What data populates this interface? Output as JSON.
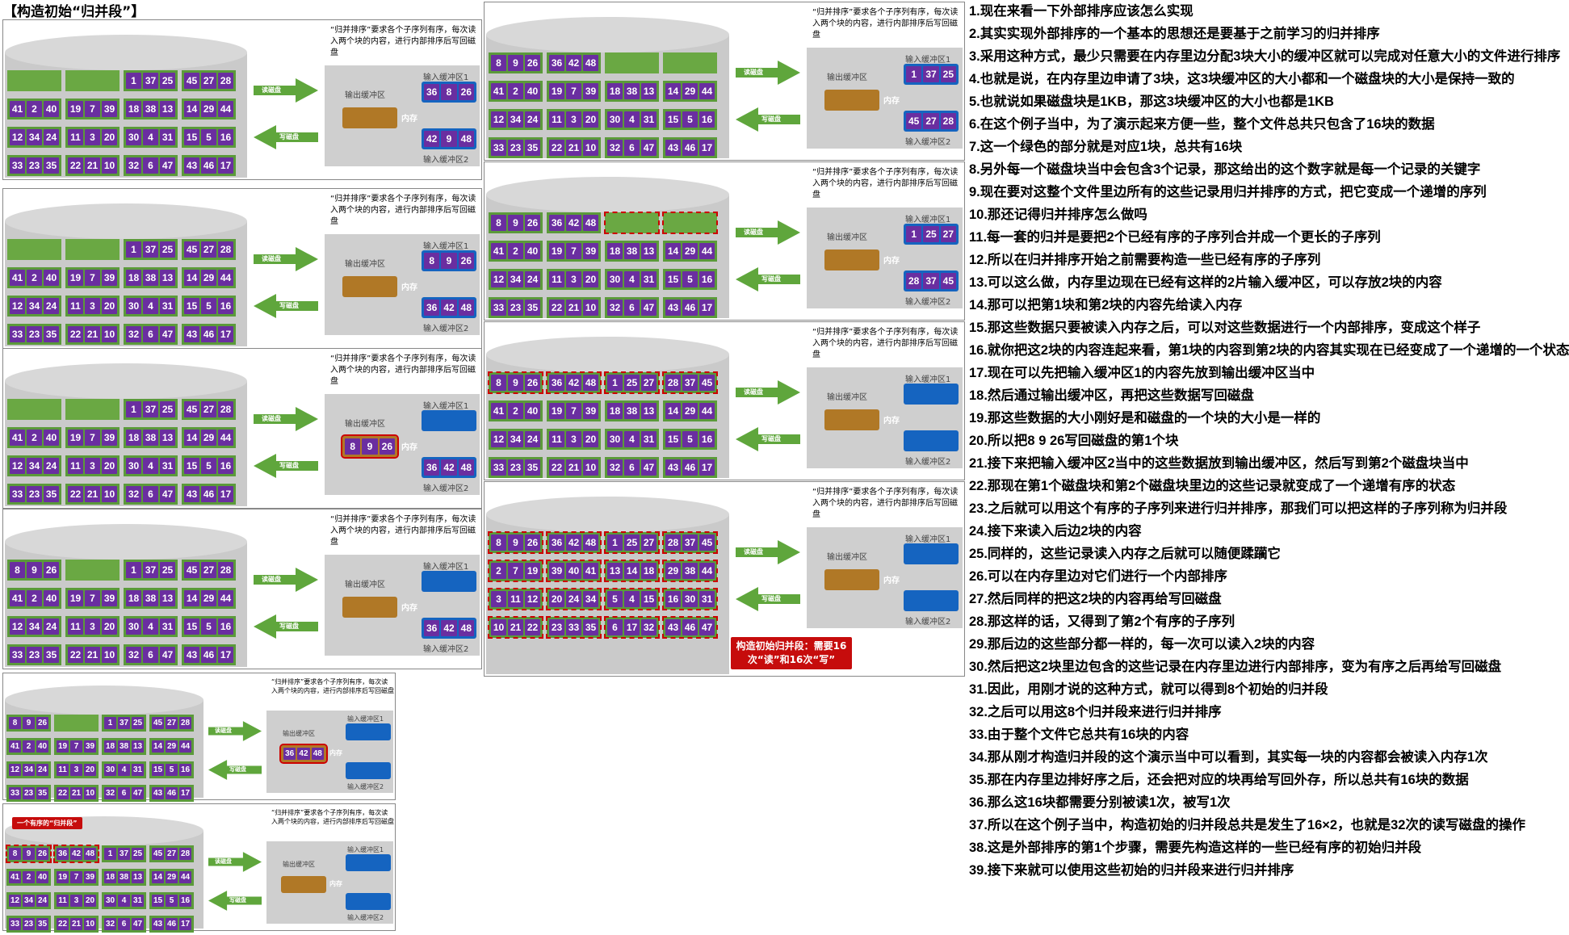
{
  "title": "【构造初始“归并段”】",
  "labels": {
    "note": "“归并排序”要求各个子序列有序，每次读入两个块的内容，进行内部排序后写回磁盘",
    "read": "读磁盘",
    "write": "写磁盘",
    "out": "输出缓冲区",
    "mem": "内存",
    "in1": "输入缓冲区1",
    "in2": "输入缓冲区2"
  },
  "callout_final": "构造初始归并段：需要16次“读”和16次“写”",
  "callout_segment": "一个有序的“归并段”",
  "panels": [
    {
      "disk": [
        null,
        null,
        [
          "1",
          "37",
          "25"
        ],
        [
          "45",
          "27",
          "28"
        ],
        [
          "41",
          "2",
          "40"
        ],
        [
          "19",
          "7",
          "39"
        ],
        [
          "18",
          "38",
          "13"
        ],
        [
          "14",
          "29",
          "44"
        ],
        [
          "12",
          "34",
          "24"
        ],
        [
          "11",
          "3",
          "20"
        ],
        [
          "30",
          "4",
          "31"
        ],
        [
          "15",
          "5",
          "16"
        ],
        [
          "33",
          "23",
          "35"
        ],
        [
          "22",
          "21",
          "10"
        ],
        [
          "32",
          "6",
          "47"
        ],
        [
          "43",
          "46",
          "17"
        ]
      ],
      "in1": [
        "36",
        "8",
        "26"
      ],
      "out": null,
      "in2": [
        "42",
        "9",
        "48"
      ]
    },
    {
      "disk": [
        null,
        null,
        [
          "1",
          "37",
          "25"
        ],
        [
          "45",
          "27",
          "28"
        ],
        [
          "41",
          "2",
          "40"
        ],
        [
          "19",
          "7",
          "39"
        ],
        [
          "18",
          "38",
          "13"
        ],
        [
          "14",
          "29",
          "44"
        ],
        [
          "12",
          "34",
          "24"
        ],
        [
          "11",
          "3",
          "20"
        ],
        [
          "30",
          "4",
          "31"
        ],
        [
          "15",
          "5",
          "16"
        ],
        [
          "33",
          "23",
          "35"
        ],
        [
          "22",
          "21",
          "10"
        ],
        [
          "32",
          "6",
          "47"
        ],
        [
          "43",
          "46",
          "17"
        ]
      ],
      "in1": [
        "8",
        "9",
        "26"
      ],
      "out": null,
      "in2": [
        "36",
        "42",
        "48"
      ]
    },
    {
      "disk": [
        null,
        null,
        [
          "1",
          "37",
          "25"
        ],
        [
          "45",
          "27",
          "28"
        ],
        [
          "41",
          "2",
          "40"
        ],
        [
          "19",
          "7",
          "39"
        ],
        [
          "18",
          "38",
          "13"
        ],
        [
          "14",
          "29",
          "44"
        ],
        [
          "12",
          "34",
          "24"
        ],
        [
          "11",
          "3",
          "20"
        ],
        [
          "30",
          "4",
          "31"
        ],
        [
          "15",
          "5",
          "16"
        ],
        [
          "33",
          "23",
          "35"
        ],
        [
          "22",
          "21",
          "10"
        ],
        [
          "32",
          "6",
          "47"
        ],
        [
          "43",
          "46",
          "17"
        ]
      ],
      "in1": null,
      "out": [
        "8",
        "9",
        "26"
      ],
      "in2": [
        "36",
        "42",
        "48"
      ]
    },
    {
      "disk": [
        [
          "8",
          "9",
          "26"
        ],
        null,
        [
          "1",
          "37",
          "25"
        ],
        [
          "45",
          "27",
          "28"
        ],
        [
          "41",
          "2",
          "40"
        ],
        [
          "19",
          "7",
          "39"
        ],
        [
          "18",
          "38",
          "13"
        ],
        [
          "14",
          "29",
          "44"
        ],
        [
          "12",
          "34",
          "24"
        ],
        [
          "11",
          "3",
          "20"
        ],
        [
          "30",
          "4",
          "31"
        ],
        [
          "15",
          "5",
          "16"
        ],
        [
          "33",
          "23",
          "35"
        ],
        [
          "22",
          "21",
          "10"
        ],
        [
          "32",
          "6",
          "47"
        ],
        [
          "43",
          "46",
          "17"
        ]
      ],
      "in1": null,
      "out": null,
      "in2": [
        "36",
        "42",
        "48"
      ]
    },
    {
      "disk": [
        [
          "8",
          "9",
          "26"
        ],
        null,
        [
          "1",
          "37",
          "25"
        ],
        [
          "45",
          "27",
          "28"
        ],
        [
          "41",
          "2",
          "40"
        ],
        [
          "19",
          "7",
          "39"
        ],
        [
          "18",
          "38",
          "13"
        ],
        [
          "14",
          "29",
          "44"
        ],
        [
          "12",
          "34",
          "24"
        ],
        [
          "11",
          "3",
          "20"
        ],
        [
          "30",
          "4",
          "31"
        ],
        [
          "15",
          "5",
          "16"
        ],
        [
          "33",
          "23",
          "35"
        ],
        [
          "22",
          "21",
          "10"
        ],
        [
          "32",
          "6",
          "47"
        ],
        [
          "43",
          "46",
          "17"
        ]
      ],
      "in1": null,
      "out": [
        "36",
        "42",
        "48"
      ],
      "in2": null
    },
    {
      "disk": [
        [
          "8",
          "9",
          "26"
        ],
        [
          "36",
          "42",
          "48"
        ],
        [
          "1",
          "37",
          "25"
        ],
        [
          "45",
          "27",
          "28"
        ],
        [
          "41",
          "2",
          "40"
        ],
        [
          "19",
          "7",
          "39"
        ],
        [
          "18",
          "38",
          "13"
        ],
        [
          "14",
          "29",
          "44"
        ],
        [
          "12",
          "34",
          "24"
        ],
        [
          "11",
          "3",
          "20"
        ],
        [
          "30",
          "4",
          "31"
        ],
        [
          "15",
          "5",
          "16"
        ],
        [
          "33",
          "23",
          "35"
        ],
        [
          "22",
          "21",
          "10"
        ],
        [
          "32",
          "6",
          "47"
        ],
        [
          "43",
          "46",
          "17"
        ]
      ],
      "in1": null,
      "out": null,
      "in2": null
    },
    {
      "disk": [
        [
          "8",
          "9",
          "26"
        ],
        [
          "36",
          "42",
          "48"
        ],
        null,
        null,
        [
          "41",
          "2",
          "40"
        ],
        [
          "19",
          "7",
          "39"
        ],
        [
          "18",
          "38",
          "13"
        ],
        [
          "14",
          "29",
          "44"
        ],
        [
          "12",
          "34",
          "24"
        ],
        [
          "11",
          "3",
          "20"
        ],
        [
          "30",
          "4",
          "31"
        ],
        [
          "15",
          "5",
          "16"
        ],
        [
          "33",
          "23",
          "35"
        ],
        [
          "22",
          "21",
          "10"
        ],
        [
          "32",
          "6",
          "47"
        ],
        [
          "43",
          "46",
          "17"
        ]
      ],
      "in1": [
        "1",
        "37",
        "25"
      ],
      "out": null,
      "in2": [
        "45",
        "27",
        "28"
      ]
    },
    {
      "disk": [
        [
          "8",
          "9",
          "26"
        ],
        [
          "36",
          "42",
          "48"
        ],
        null,
        null,
        [
          "41",
          "2",
          "40"
        ],
        [
          "19",
          "7",
          "39"
        ],
        [
          "18",
          "38",
          "13"
        ],
        [
          "14",
          "29",
          "44"
        ],
        [
          "12",
          "34",
          "24"
        ],
        [
          "11",
          "3",
          "20"
        ],
        [
          "30",
          "4",
          "31"
        ],
        [
          "15",
          "5",
          "16"
        ],
        [
          "33",
          "23",
          "35"
        ],
        [
          "22",
          "21",
          "10"
        ],
        [
          "32",
          "6",
          "47"
        ],
        [
          "43",
          "46",
          "17"
        ]
      ],
      "in1": [
        "1",
        "25",
        "27"
      ],
      "out": null,
      "in2": [
        "28",
        "37",
        "45"
      ]
    },
    {
      "disk": [
        [
          "8",
          "9",
          "26"
        ],
        [
          "36",
          "42",
          "48"
        ],
        [
          "1",
          "25",
          "27"
        ],
        [
          "28",
          "37",
          "45"
        ],
        [
          "41",
          "2",
          "40"
        ],
        [
          "19",
          "7",
          "39"
        ],
        [
          "18",
          "38",
          "13"
        ],
        [
          "14",
          "29",
          "44"
        ],
        [
          "12",
          "34",
          "24"
        ],
        [
          "11",
          "3",
          "20"
        ],
        [
          "30",
          "4",
          "31"
        ],
        [
          "15",
          "5",
          "16"
        ],
        [
          "33",
          "23",
          "35"
        ],
        [
          "22",
          "21",
          "10"
        ],
        [
          "32",
          "6",
          "47"
        ],
        [
          "43",
          "46",
          "17"
        ]
      ],
      "in1": null,
      "out": null,
      "in2": null
    },
    {
      "disk": [
        [
          "8",
          "9",
          "26"
        ],
        [
          "36",
          "42",
          "48"
        ],
        [
          "1",
          "25",
          "27"
        ],
        [
          "28",
          "37",
          "45"
        ],
        [
          "2",
          "7",
          "19"
        ],
        [
          "39",
          "40",
          "41"
        ],
        [
          "13",
          "14",
          "18"
        ],
        [
          "29",
          "38",
          "44"
        ],
        [
          "3",
          "11",
          "12"
        ],
        [
          "20",
          "24",
          "34"
        ],
        [
          "5",
          "4",
          "15"
        ],
        [
          "16",
          "30",
          "31"
        ],
        [
          "10",
          "21",
          "22"
        ],
        [
          "23",
          "33",
          "35"
        ],
        [
          "6",
          "17",
          "32"
        ],
        [
          "43",
          "46",
          "47"
        ]
      ],
      "in1": null,
      "out": null,
      "in2": null
    }
  ],
  "steps": [
    "1.现在来看一下外部排序应该怎么实现",
    "2.其实实现外部排序的一个基本的思想还是要基于之前学习的归并排序",
    "3.采用这种方式，最少只需要在内存里边分配3块大小的缓冲区就可以完成对任意大小的文件进行排序",
    "4.也就是说，在内存里边申请了3块，这3块缓冲区的大小都和一个磁盘块的大小是保持一致的",
    "5.也就说如果磁盘块是1KB，那这3块缓冲区的大小也都是1KB",
    "6.在这个例子当中，为了演示起来方便一些，整个文件总共只包含了16块的数据",
    "7.这一个绿色的部分就是对应1块，总共有16块",
    "8.另外每一个磁盘块当中会包含3个记录，那这给出的这个数字就是每一个记录的关键字",
    "9.现在要对这整个文件里边所有的这些记录用归并排序的方式，把它变成一个递增的序列",
    "10.那还记得归并排序怎么做吗",
    "11.每一套的归并是要把2个已经有序的子序列合并成一个更长的子序列",
    "12.所以在归并排序开始之前需要构造一些已经有序的子序列",
    "13.可以这么做，内存里边现在已经有这样的2片输入缓冲区，可以存放2块的内容",
    "14.那可以把第1块和第2块的内容先给读入内存",
    "15.那这些数据只要被读入内存之后，可以对这些数据进行一个内部排序，变成这个样子",
    "16.就你把这2块的内容连起来看，第1块的内容到第2块的内容其实现在已经变成了一个递增的一个状态",
    "17.现在可以先把输入缓冲区1的内容先放到输出缓冲区当中",
    "18.然后通过输出缓冲区，再把这些数据写回磁盘",
    "19.那这些数据的大小刚好是和磁盘的一个块的大小是一样的",
    "20.所以把8  9  26写回磁盘的第1个块",
    "21.接下来把输入缓冲区2当中的这些数据放到输出缓冲区，然后写到第2个磁盘块当中",
    "22.那现在第1个磁盘块和第2个磁盘块里边的这些记录就变成了一个递增有序的状态",
    "23.之后就可以用这个有序的子序列来进行归并排序，那我们可以把这样的子序列称为归并段",
    "24.接下来读入后边2块的内容",
    "25.同样的，这些记录读入内存之后就可以随便蹂躏它",
    "26.可以在内存里边对它们进行一个内部排序",
    "27.然后同样的把这2块的内容再给写回磁盘",
    "28.那这样的话，又得到了第2个有序的子序列",
    "29.那后边的这些部分都一样的，每一次可以读入2块的内容",
    "30.然后把这2块里边包含的这些记录在内存里边进行内部排序，变为有序之后再给写回磁盘",
    "31.因此，用刚才说的这种方式，就可以得到8个初始的归并段",
    "32.之后可以用这8个归并段来进行归并排序",
    "33.由于整个文件它总共有16块的内容",
    "34.那从刚才构造归并段的这个演示当中可以看到，其实每一块的内容都会被读入内存1次",
    "35.那在内存里边排好序之后，还会把对应的块再给写回外存，所以总共有16块的数据",
    "36.那么这16块都需要分别被读1次，被写1次",
    "37.所以在这个例子当中，构造初始的归并段总共是发生了16×2，也就是32次的读写磁盘的操作",
    "38.这是外部排序的第1个步骤，需要先构造这样的一些已经有序的初始归并段",
    "39.接下来就可以使用这些初始的归并段来进行归并排序"
  ]
}
